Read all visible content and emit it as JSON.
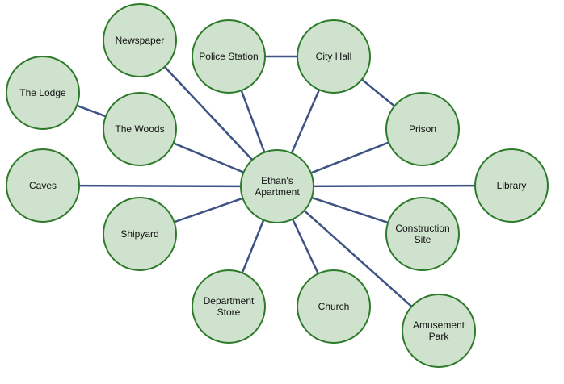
{
  "nodes": [
    {
      "id": "apartment",
      "label": [
        "Ethan's",
        "Apartment"
      ]
    },
    {
      "id": "newspaper",
      "label": [
        "Newspaper"
      ]
    },
    {
      "id": "police",
      "label": [
        "Police Station"
      ]
    },
    {
      "id": "cityhall",
      "label": [
        "City Hall"
      ]
    },
    {
      "id": "lodge",
      "label": [
        "The Lodge"
      ]
    },
    {
      "id": "woods",
      "label": [
        "The Woods"
      ]
    },
    {
      "id": "prison",
      "label": [
        "Prison"
      ]
    },
    {
      "id": "caves",
      "label": [
        "Caves"
      ]
    },
    {
      "id": "library",
      "label": [
        "Library"
      ]
    },
    {
      "id": "shipyard",
      "label": [
        "Shipyard"
      ]
    },
    {
      "id": "construction",
      "label": [
        "Construction",
        "Site"
      ]
    },
    {
      "id": "department",
      "label": [
        "Department",
        "Store"
      ]
    },
    {
      "id": "church",
      "label": [
        "Church"
      ]
    },
    {
      "id": "amusement",
      "label": [
        "Amusement",
        "Park"
      ]
    }
  ],
  "edges": [
    [
      "apartment",
      "newspaper"
    ],
    [
      "apartment",
      "police"
    ],
    [
      "apartment",
      "cityhall"
    ],
    [
      "apartment",
      "woods"
    ],
    [
      "apartment",
      "prison"
    ],
    [
      "apartment",
      "caves"
    ],
    [
      "apartment",
      "library"
    ],
    [
      "apartment",
      "shipyard"
    ],
    [
      "apartment",
      "construction"
    ],
    [
      "apartment",
      "department"
    ],
    [
      "apartment",
      "church"
    ],
    [
      "apartment",
      "amusement"
    ],
    [
      "police",
      "cityhall"
    ],
    [
      "cityhall",
      "prison"
    ],
    [
      "lodge",
      "woods"
    ]
  ],
  "colors": {
    "fill": "#cfe2cd",
    "stroke": "#2d7a2a",
    "edge": "#3d5384"
  }
}
